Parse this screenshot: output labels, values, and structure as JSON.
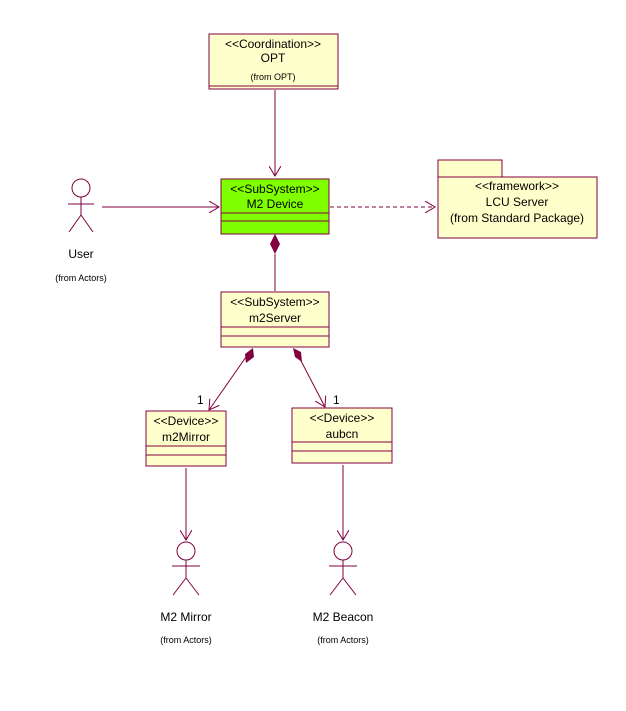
{
  "colors": {
    "line": "#800040",
    "class_fill": "#ffffcc",
    "highlight_fill": "#80ff00"
  },
  "classes": {
    "opt": {
      "stereotype": "<<Coordination>>",
      "name": "OPT",
      "from": "(from OPT)"
    },
    "m2device": {
      "stereotype": "<<SubSystem>>",
      "name": "M2 Device"
    },
    "lcu": {
      "stereotype": "<<framework>>",
      "name": "LCU Server",
      "from": "(from Standard Package)"
    },
    "m2server": {
      "stereotype": "<<SubSystem>>",
      "name": "m2Server"
    },
    "m2mirror": {
      "stereotype": "<<Device>>",
      "name": "m2Mirror"
    },
    "aubcn": {
      "stereotype": "<<Device>>",
      "name": "aubcn"
    }
  },
  "actors": {
    "user": {
      "name": "User",
      "from": "(from Actors)"
    },
    "m2mirror": {
      "name": "M2 Mirror",
      "from": "(from Actors)"
    },
    "m2beacon": {
      "name": "M2 Beacon",
      "from": "(from Actors)"
    }
  },
  "multiplicities": {
    "mirror": "1",
    "aubcn": "1"
  }
}
